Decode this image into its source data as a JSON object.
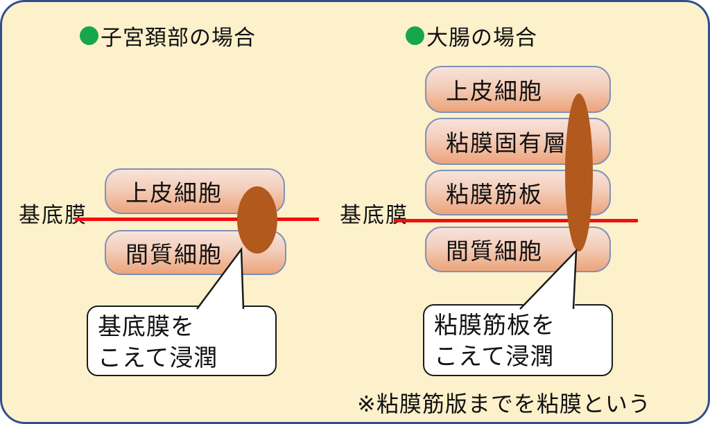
{
  "titles": {
    "left": "子宮頚部の場合",
    "right": "大腸の場合"
  },
  "left_panel": {
    "membrane_label": "基底膜",
    "layers": [
      {
        "label": "上皮細胞"
      },
      {
        "label": "間質細胞"
      }
    ],
    "callout": {
      "line1": "基底膜を",
      "line2": "こえて浸潤"
    }
  },
  "right_panel": {
    "membrane_label": "基底膜",
    "layers": [
      {
        "label": "上皮細胞"
      },
      {
        "label": "粘膜固有層"
      },
      {
        "label": "粘膜筋板"
      },
      {
        "label": "間質細胞"
      }
    ],
    "callout": {
      "line1": "粘膜筋板を",
      "line2": "こえて浸潤"
    }
  },
  "footnote": "※粘膜筋版までを粘膜という",
  "icons": {
    "title_bullet": "green-circle"
  },
  "colors": {
    "canvas_background": "#FCF1CB",
    "canvas_border": "#2F4F8F",
    "layer_box_border": "#8090B8",
    "layer_box_gradient_top": "#F8E3DB",
    "layer_box_gradient_bottom": "#ECA47B",
    "invasion_ellipse": "#B2591E",
    "membrane_line": "#F20D0D",
    "title_bullet": "#17A64B",
    "callout_background": "#FFFFFF"
  }
}
